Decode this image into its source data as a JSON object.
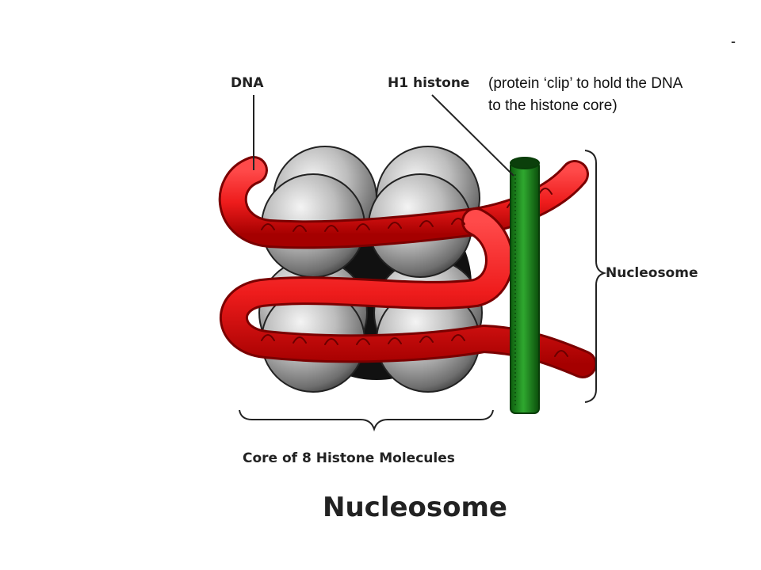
{
  "labels": {
    "dna": "DNA",
    "h1_histone": "H1 histone",
    "nucleosome_side": "Nucleosome",
    "core": "Core of 8 Histone Molecules",
    "title": "Nucleosome"
  },
  "note": {
    "line1": "(protein ‘clip’ to hold the DNA",
    "line2": "to the histone core)"
  },
  "corner_mark": "-",
  "colors": {
    "dna": "#ee1c1c",
    "h1_histone": "#1f8a1f",
    "histone": "#9a9a9a",
    "core_shadow": "#111111"
  }
}
